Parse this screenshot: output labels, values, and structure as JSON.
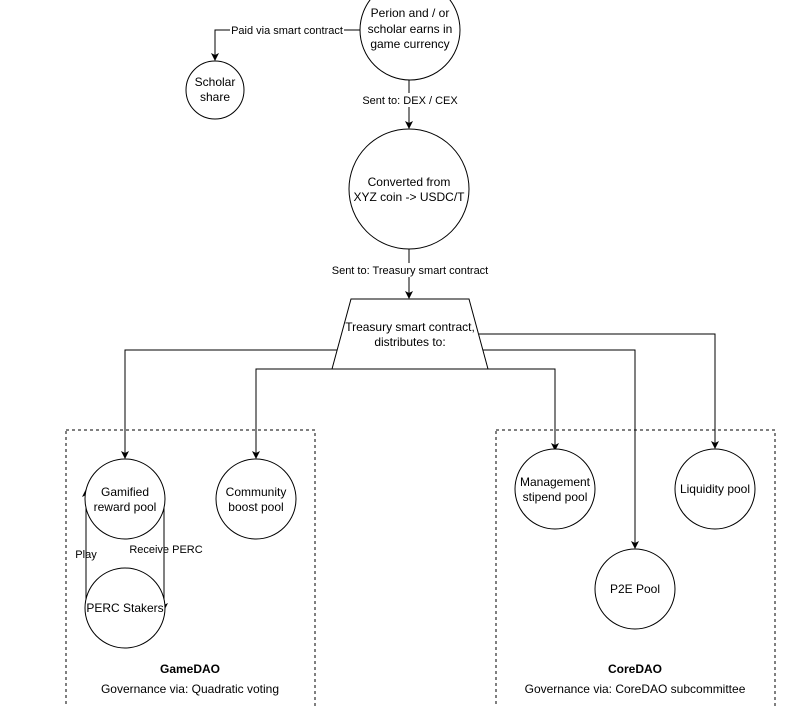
{
  "diagram": {
    "nodes": {
      "earn": {
        "lines": [
          "Perion and / or",
          "scholar earns in",
          "game currency"
        ]
      },
      "scholar_share": {
        "lines": [
          "Scholar",
          "share"
        ]
      },
      "convert": {
        "lines": [
          "Converted from",
          "XYZ coin -> USDC/T"
        ]
      },
      "treasury": {
        "lines": [
          "Treasury smart contract,",
          "distributes to:"
        ]
      },
      "gamified": {
        "lines": [
          "Gamified",
          "reward pool"
        ]
      },
      "community": {
        "lines": [
          "Community",
          "boost pool"
        ]
      },
      "stakers": {
        "lines": [
          "PERC Stakers"
        ]
      },
      "management": {
        "lines": [
          "Management",
          "stipend pool"
        ]
      },
      "liquidity": {
        "lines": [
          "Liquidity pool"
        ]
      },
      "p2e": {
        "lines": [
          "P2E Pool"
        ]
      }
    },
    "edge_labels": {
      "paid": "Paid via smart contract",
      "dex": "Sent to: DEX / CEX",
      "treasury": "Sent to: Treasury smart contract",
      "play": "Play",
      "receive": "Receive PERC"
    },
    "groups": {
      "gamedao": {
        "title": "GameDAO",
        "subtitle": "Governance via: Quadratic voting"
      },
      "coredao": {
        "title": "CoreDAO",
        "subtitle": "Governance via: CoreDAO subcommittee"
      }
    }
  }
}
